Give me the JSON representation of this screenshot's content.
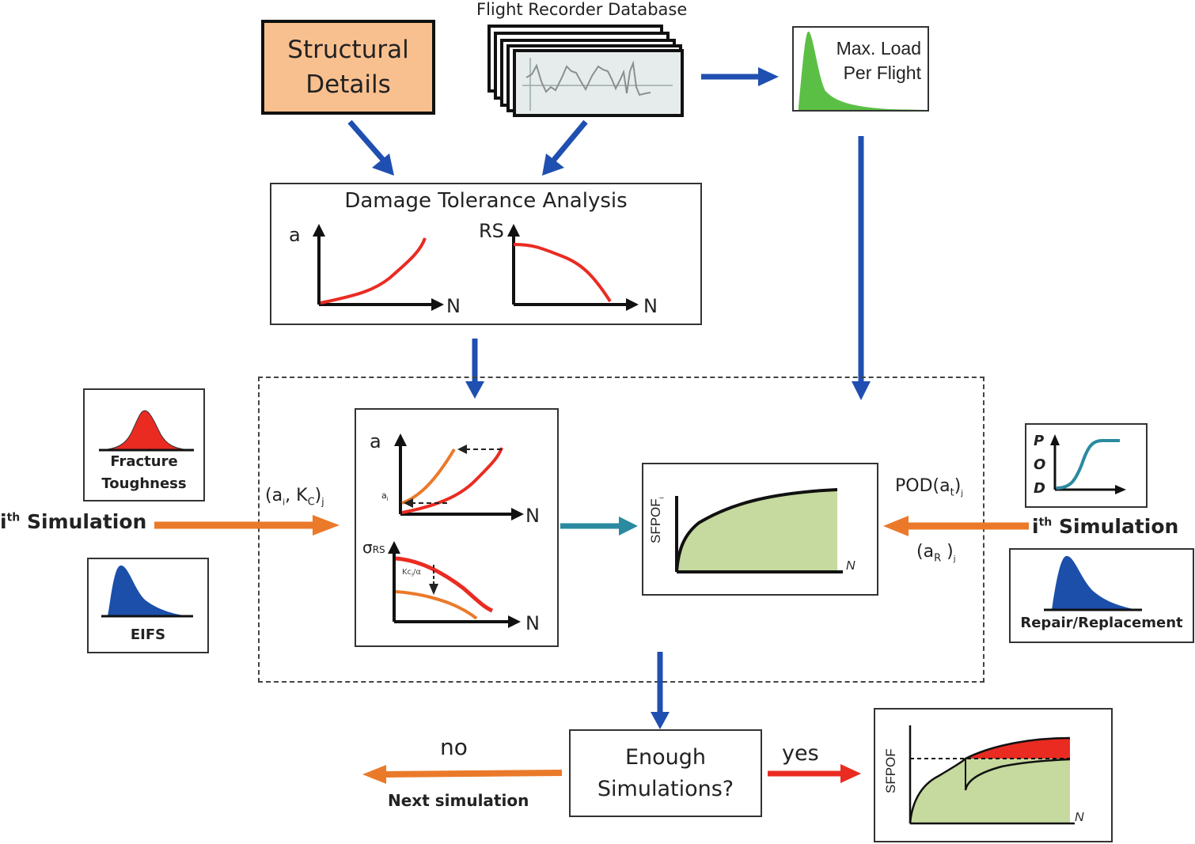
{
  "top": {
    "structural_details": {
      "line1": "Structural",
      "line2": "Details"
    },
    "flight_recorder": {
      "title": "Flight Recorder Database"
    },
    "max_load": {
      "line1": "Max. Load",
      "line2": "Per Flight"
    }
  },
  "dta": {
    "title": "Damage Tolerance Analysis",
    "plot1": {
      "ylabel": "a",
      "xlabel": "N"
    },
    "plot2": {
      "ylabel": "RS",
      "xlabel": "N"
    }
  },
  "left": {
    "fracture_toughness": {
      "line1": "Fracture",
      "line2": "Toughness"
    },
    "eifs": {
      "label": "EIFS"
    },
    "simulation": {
      "prefix": "i",
      "sup": "th",
      "text": "Simulation"
    },
    "input_label": {
      "open": "(a",
      "sub_i": "i",
      "mid": ", K",
      "sub_c": "C",
      "close": ")",
      "sub_j": "j"
    }
  },
  "sim_box": {
    "top_plot": {
      "ylabel": "a",
      "xlabel": "N",
      "ai_label": "a",
      "ai_sub": "i"
    },
    "bottom_plot": {
      "ylabel": "σ",
      "ylabel_sub": "RS",
      "xlabel": "N",
      "kc_label": "Kc",
      "kc_sub": "i",
      "kc_suffix": "/α"
    }
  },
  "sfpof_box": {
    "ylabel": "SFPOF",
    "ylabel_sub": "i",
    "xlabel": "N"
  },
  "right": {
    "pod": {
      "labels": [
        "P",
        "O",
        "D"
      ]
    },
    "simulation": {
      "prefix": "i",
      "sup": "th",
      "text": "Simulation"
    },
    "repair": {
      "label": "Repair/Replacement"
    },
    "pod_label": {
      "text": "POD(a",
      "sub_t": "t",
      "close": ")",
      "sub_j": "j"
    },
    "ar_label": {
      "text": "(a",
      "sub_r": "R",
      "close": " )",
      "sub_j": "j"
    }
  },
  "bottom": {
    "decision": {
      "line1": "Enough",
      "line2": "Simulations?"
    },
    "no_label": "no",
    "next_label": "Next simulation",
    "yes_label": "yes",
    "result": {
      "ylabel": "SFPOF",
      "xlabel": "N"
    }
  },
  "colors": {
    "blue_arrow": "#1f4fb0",
    "orange": "#ea7a2a",
    "red": "#ea2b22",
    "teal": "#2a8aa0",
    "green_fill": "#c6d99e",
    "green_dist": "#5cbf45",
    "structural_fill": "#f9c08f",
    "dist_blue": "#1b4faa"
  }
}
